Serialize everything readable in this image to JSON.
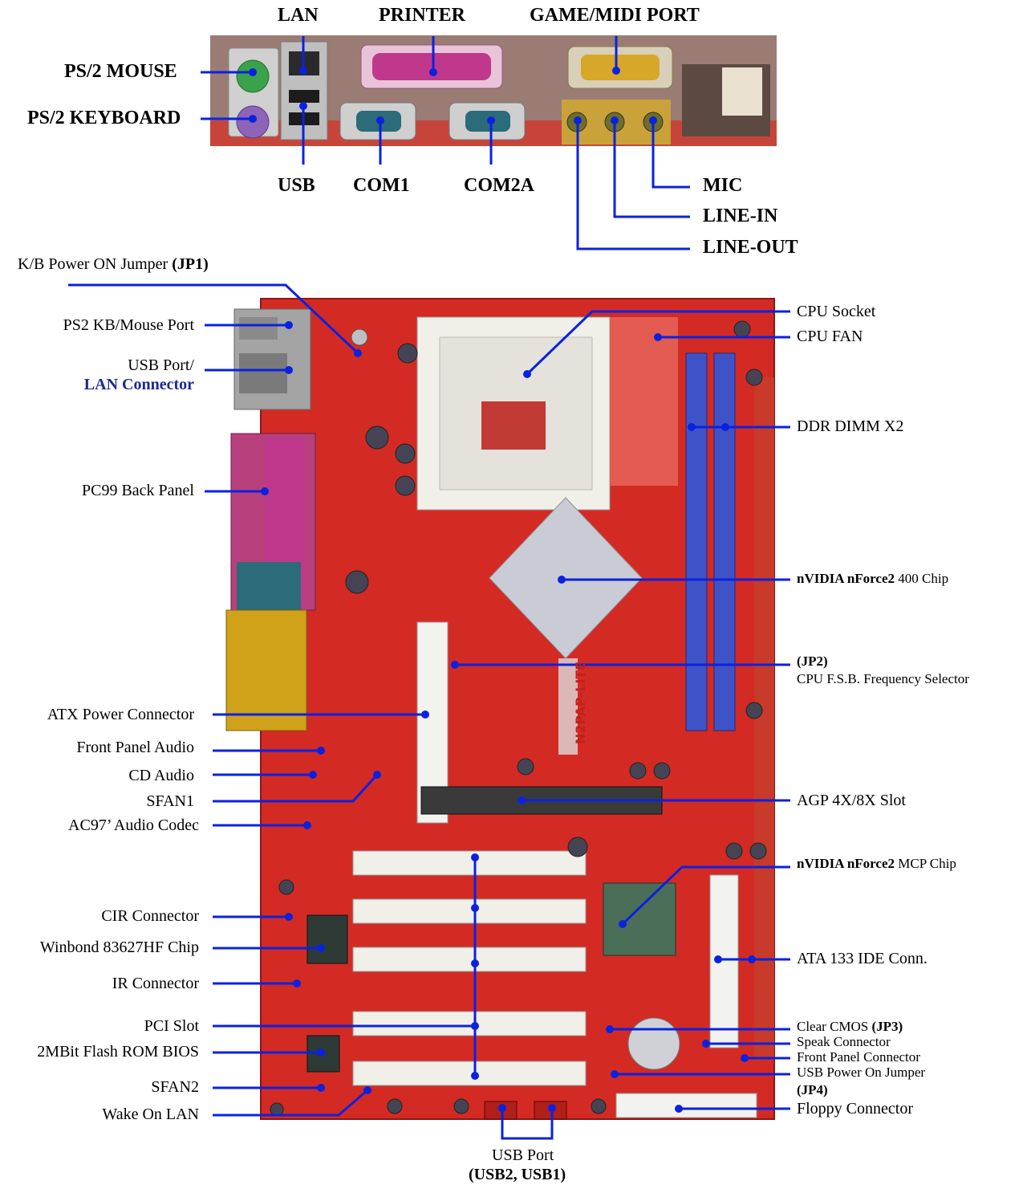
{
  "io_panel": {
    "lan": "LAN",
    "printer": "PRINTER",
    "game_midi": "GAME/MIDI PORT",
    "ps2_mouse": "PS/2 MOUSE",
    "ps2_keyboard": "PS/2 KEYBOARD",
    "usb": "USB",
    "com1": "COM1",
    "com2a": "COM2A",
    "mic": "MIC",
    "line_in": "LINE-IN",
    "line_out": "LINE-OUT"
  },
  "board": {
    "silkscreen": "N2PAP-LITE",
    "left": {
      "kb_power_jumper": "K/B Power ON Jumper ",
      "kb_power_jumper_id": "(JP1)",
      "ps2_port": "PS2 KB/Mouse Port",
      "usb_port": "USB Port/",
      "lan_connector": "LAN Connector",
      "pc99_panel": "PC99 Back Panel",
      "atx_power": "ATX Power Connector",
      "front_audio": "Front Panel Audio",
      "cd_audio": "CD Audio",
      "sfan1": "SFAN1",
      "ac97": "AC97’ Audio Codec",
      "cir": "CIR Connector",
      "winbond": "Winbond 83627HF Chip",
      "ir": "IR Connector",
      "pci_slot": "PCI Slot",
      "flash_bios": "2MBit Flash ROM BIOS",
      "sfan2": "SFAN2",
      "wake_on_lan": "Wake On LAN"
    },
    "right": {
      "cpu_socket": "CPU Socket",
      "cpu_fan": "CPU FAN",
      "ddr": "DDR DIMM X2",
      "northbridge_a": "nVIDIA ",
      "northbridge_b": "nForce2",
      "northbridge_c": " 400 Chip",
      "jp2": "(JP2)",
      "fsb": "CPU F.S.B. Frequency Selector",
      "agp": "AGP 4X/8X Slot",
      "mcp_a": "nVIDIA ",
      "mcp_b": "nForce2",
      "mcp_c": " MCP Chip",
      "ide": "ATA 133 IDE Conn.",
      "clear_cmos": "Clear CMOS ",
      "clear_cmos_id": "(JP3)",
      "speak": "Speak Connector",
      "front_panel": "Front Panel Connector",
      "usb_power": "USB Power On Jumper",
      "usb_power_id": "(JP4)",
      "floppy": "Floppy Connector"
    },
    "bottom": {
      "usb_port": "USB Port",
      "usb_ids": "(USB2, USB1)"
    }
  },
  "colors": {
    "pcb": "#d42a24",
    "leader": "#0a22e0",
    "dimm": "#3f53c9",
    "parallel": "#c0388c",
    "serial": "#2b6b7a",
    "game": "#d7a72a",
    "heatsink": "#c9ccd4",
    "socket": "#efefef"
  }
}
